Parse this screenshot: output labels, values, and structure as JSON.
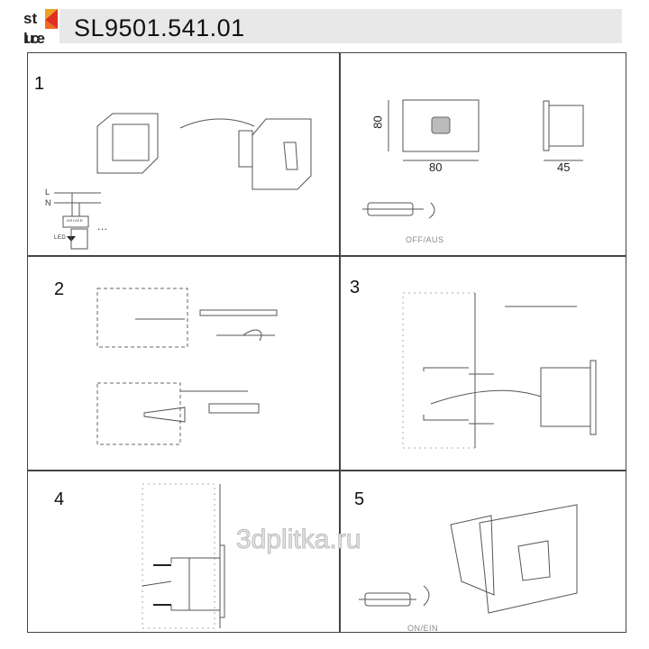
{
  "header": {
    "title": "SL9501.541.01",
    "logo_text": "st luce"
  },
  "steps": [
    {
      "number": "1",
      "wiring": {
        "line": "L",
        "neutral": "N",
        "driver": "DRIVER",
        "led": "LED",
        "more": "..."
      }
    },
    {
      "dimensions": {
        "height": "80",
        "width": "80",
        "depth": "45"
      },
      "switch_label": "OFF/AUS"
    },
    {
      "number": "2"
    },
    {
      "number": "3"
    },
    {
      "number": "4"
    },
    {
      "number": "5",
      "switch_label": "ON/EIN"
    }
  ],
  "watermark": "3dplitka.ru",
  "colors": {
    "header_bg": "#e8e8e8",
    "logo_orange": "#f0a020",
    "logo_red": "#e03020"
  }
}
